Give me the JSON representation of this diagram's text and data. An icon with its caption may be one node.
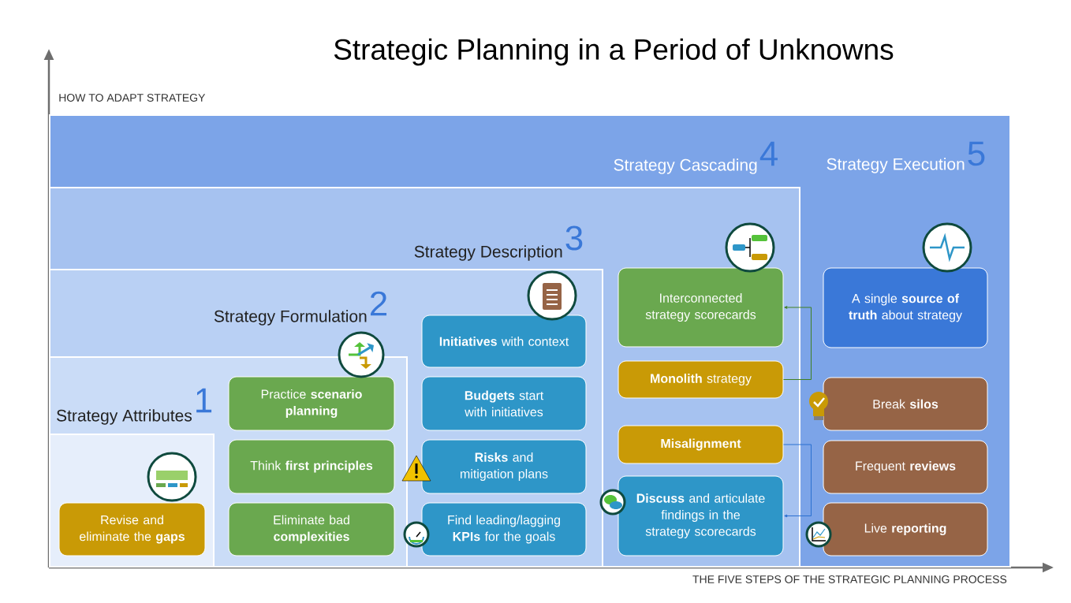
{
  "diagram": {
    "title": "Strategic Planning in a Period of Unknowns",
    "nodes": [
      {
        "text": [
          "Strategy Execution",
          "5"
        ]
      },
      {
        "text": [
          "Strategy Cascading",
          "4"
        ],
        "in": 0
      },
      {
        "text": [
          "Strategy Description",
          "3"
        ],
        "in": 1
      },
      {
        "text": [
          "Strategy Formulation",
          "2"
        ],
        "in": 2
      },
      {
        "text": [
          "Strategy Attributes",
          "1"
        ],
        "in": 3
      },
      {
        "text": [
          "Revise and eliminate the **gaps**"
        ],
        "in": 4
      },
      {
        "text": [
          "Practice **scenario planning**"
        ],
        "in": 3
      },
      {
        "text": [
          "Think **first principles**"
        ],
        "in": 3
      },
      {
        "text": [
          "Eliminate bad **complexities**"
        ],
        "in": 3
      },
      {
        "text": [
          "**Initiatives** with context"
        ],
        "in": 2
      },
      {
        "text": [
          "**Budgets** start with initiatives"
        ],
        "in": 2
      },
      {
        "text": [
          "**Risks** and mitigation plans"
        ],
        "in": 2
      },
      {
        "text": [
          "Find leading/lagging **KPIs** for the goals"
        ],
        "in": 2
      },
      {
        "text": [
          "Interconnected strategy scorecards"
        ],
        "in": 1
      },
      {
        "text": [
          "**Monolith** strategy"
        ],
        "in": 1
      },
      {
        "text": [
          "Misalignment"
        ],
        "in": 1
      },
      {
        "text": [
          "**Discuss** and articulate findings in the strategy scorecards"
        ],
        "in": 1
      },
      {
        "text": [
          "A single **source of truth** about strategy"
        ],
        "in": 0
      },
      {
        "text": [
          "Break **silos**"
        ],
        "in": 0
      },
      {
        "text": [
          "Frequent **reviews**"
        ],
        "in": 0
      },
      {
        "text": [
          "Live **reporting**"
        ],
        "in": 0
      }
    ],
    "edges": [
      {
        "from": 14,
        "to": 13,
        "arrow": "to",
        "color": "#3f7f20"
      },
      {
        "from": 15,
        "to": 16,
        "arrow": "to",
        "color": "#2a6fd0"
      }
    ],
    "labels": [
      "HOW TO ADAPT STRATEGY",
      "THE FIVE STEPS OF THE STRATEGIC PLANNING PROCESS"
    ]
  }
}
